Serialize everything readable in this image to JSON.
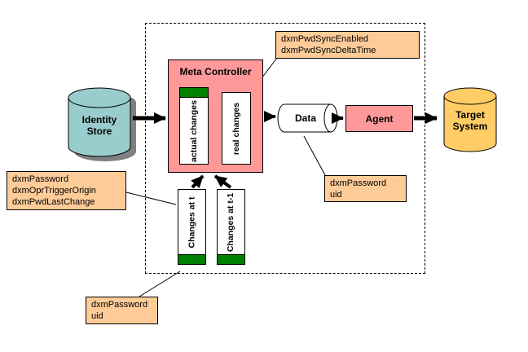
{
  "colors": {
    "pink": "#FF9999",
    "peach": "#FFCC99",
    "teal": "#99CCCC",
    "yellow": "#FFCC66",
    "green": "#008000",
    "shadow": "#808080"
  },
  "meta_controller": {
    "title": "Meta Controller",
    "actual_changes_label": "actual changes",
    "real_changes_label": "real changes"
  },
  "identity_store": {
    "line1": "Identity",
    "line2": "Store"
  },
  "target_system": {
    "line1": "Target",
    "line2": "System"
  },
  "data_store": {
    "label": "Data"
  },
  "agent": {
    "label": "Agent"
  },
  "changes_t": {
    "label": "Changes at t"
  },
  "changes_t_minus_1": {
    "label": "Changes at t-1"
  },
  "annotations": {
    "top": {
      "line1": "dxmPwdSyncEnabled",
      "line2": "dxmPwdSyncDeltaTime"
    },
    "left": {
      "line1": "dxmPassword",
      "line2": "dxmOprTriggerOrigin",
      "line3": "dxmPwdLastChange"
    },
    "data_agent": {
      "line1": "dxmPassword",
      "line2": "uid"
    },
    "changes": {
      "line1": "dxmPassword",
      "line2": "uid"
    }
  }
}
